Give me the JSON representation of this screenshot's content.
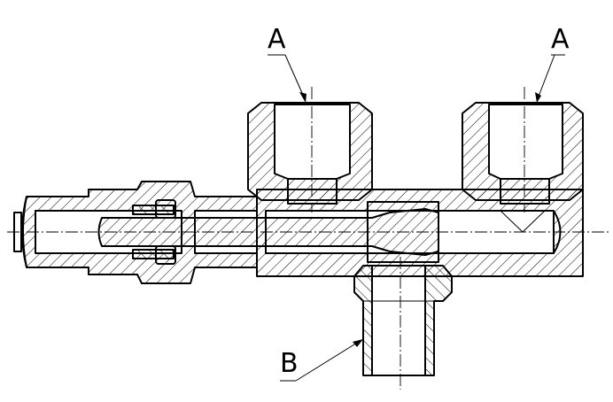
{
  "labels": {
    "port_a_left": "A",
    "port_a_right": "A",
    "port_b": "B"
  },
  "colors": {
    "line": "#000000",
    "background": "#ffffff"
  }
}
